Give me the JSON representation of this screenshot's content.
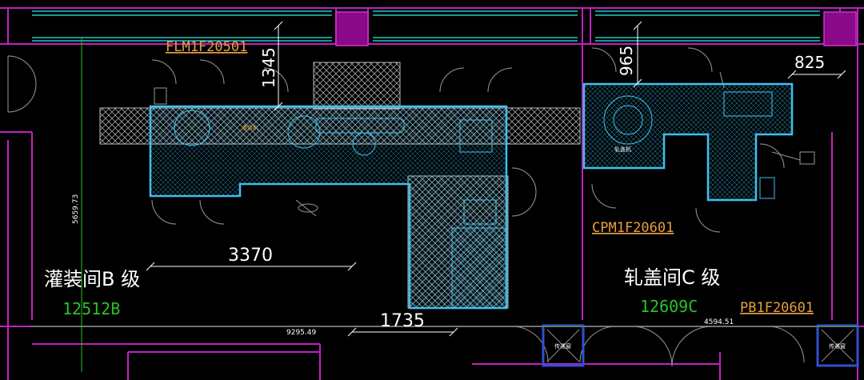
{
  "drawing": {
    "equipment_codes": {
      "left": "FLM1F20501",
      "right": "CPM1F20601",
      "pass_box": "PB1F20601"
    },
    "rooms": {
      "filling": {
        "name": "灌装间B 级",
        "code": "12512B"
      },
      "capping": {
        "name": "轧盖间C 级",
        "code": "12609C"
      }
    },
    "dimensions": {
      "d1345": "1345",
      "d965": "965",
      "d825": "825",
      "d3370": "3370",
      "d1735": "1735",
      "d5659": "5659.73",
      "d9295": "9295.49",
      "d4594": "4594.51"
    },
    "equipment_labels": {
      "filler": "灌装机",
      "capper": "轧盖机",
      "pass_window_1": "传递窗",
      "pass_window_2": "传递窗"
    },
    "colors": {
      "background": "#000000",
      "wall": "#c020c0",
      "wall_fill": "#8a0a8a",
      "window_line": "#1fc9c9",
      "equipment_outline": "#3fc0f0",
      "hatch": "#cfcfcf",
      "dimension": "#ffffff",
      "code_text": "#e8a040",
      "room_code": "#29c329",
      "pass_box": "#3050d0"
    }
  }
}
